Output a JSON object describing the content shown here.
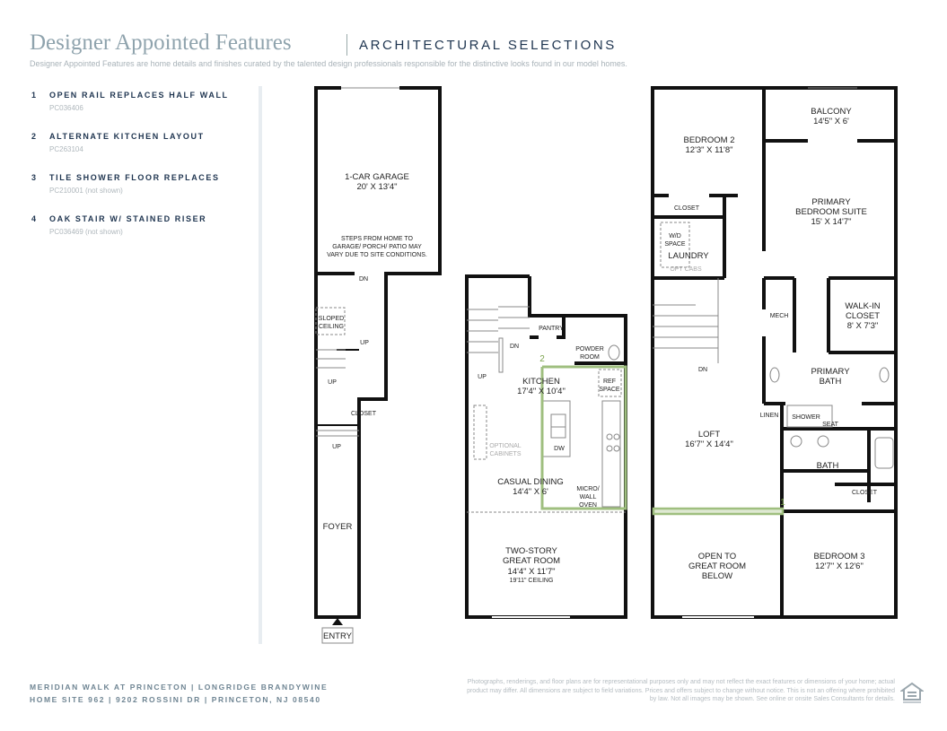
{
  "header": {
    "title": "Designer Appointed Features",
    "subtitle": "ARCHITECTURAL SELECTIONS",
    "description": "Designer Appointed Features are home details and finishes curated by the talented design professionals responsible for the distinctive looks found in our model homes."
  },
  "features": [
    {
      "num": "1",
      "name": "OPEN RAIL REPLACES HALF WALL",
      "code": "PC036406"
    },
    {
      "num": "2",
      "name": "ALTERNATE KITCHEN LAYOUT",
      "code": "PC263104"
    },
    {
      "num": "3",
      "name": "TILE SHOWER FLOOR REPLACES",
      "code": "PC210001 (not shown)"
    },
    {
      "num": "4",
      "name": "OAK STAIR W/ STAINED RISER",
      "code": "PC036469 (not shown)"
    }
  ],
  "plan_lower": {
    "garage": "1-CAR GARAGE",
    "garage_dim": "20' X 13'4\"",
    "steps_note": "STEPS FROM HOME TO\nGARAGE/ PORCH/ PATIO MAY\nVARY DUE TO SITE CONDITIONS.",
    "dn": "DN",
    "sloped": "SLOPED\nCEILING",
    "up": "UP",
    "closet": "CLOSET",
    "foyer": "FOYER",
    "entry": "ENTRY"
  },
  "plan_main": {
    "pantry": "PANTRY",
    "dn": "DN",
    "up": "UP",
    "powder": "POWDER\nROOM",
    "kitchen": "KITCHEN",
    "kitchen_dim": "17'4\" X 10'4\"",
    "ref": "REF\nSPACE",
    "dw": "DW",
    "opt_cab": "OPTIONAL\nCABINETS",
    "dining": "CASUAL DINING",
    "dining_dim": "14'4\" X 6'",
    "micro": "MICRO/\nWALL\nOVEN",
    "great": "TWO-STORY\nGREAT ROOM",
    "great_dim": "14'4\" X 11'7\"",
    "great_ceiling": "19'11\" CEILING",
    "marker": "2"
  },
  "plan_upper": {
    "bed2": "BEDROOM 2",
    "bed2_dim": "12'3\" X 11'8\"",
    "balcony": "BALCONY",
    "balcony_dim": "14'5\" X 6'",
    "closet": "CLOSET",
    "wd": "W/D\nSPACE",
    "laundry": "LAUNDRY",
    "opt_cabs": "OPT CABS",
    "primary": "PRIMARY\nBEDROOM SUITE",
    "primary_dim": "15' X 14'7\"",
    "mech": "MECH",
    "walkin": "WALK-IN\nCLOSET",
    "walkin_dim": "8' X 7'3\"",
    "dn": "DN",
    "pbath": "PRIMARY\nBATH",
    "linen": "LINEN",
    "shower": "SHOWER",
    "seat": "SEAT",
    "loft": "LOFT",
    "loft_dim": "16'7\" X 14'4\"",
    "bath": "BATH",
    "closet2": "CLOSET",
    "open": "OPEN TO\nGREAT ROOM\nBELOW",
    "bed3": "BEDROOM 3",
    "bed3_dim": "12'7\" X 12'6\"",
    "marker": "1"
  },
  "footer": {
    "line1": "MERIDIAN WALK AT PRINCETON  |  LONGRIDGE BRANDYWINE",
    "line2": "HOME SITE 962  |  9202 ROSSINI DR  |  PRINCETON, NJ 08540",
    "disclaimer": "Photographs, renderings, and floor plans are for representational purposes only and may not reflect the exact features or dimensions of your home; actual product may differ. All dimensions are subject to field variations. Prices and offers subject to change without notice. This is not an offering where prohibited by law. Not all images may be shown. See online or onsite Sales Consultants for details.",
    "logo": "EQUAL HOUSING OPPORTUNITY"
  },
  "colors": {
    "navy": "#1f3550",
    "highlight": "#9fbf7f"
  }
}
